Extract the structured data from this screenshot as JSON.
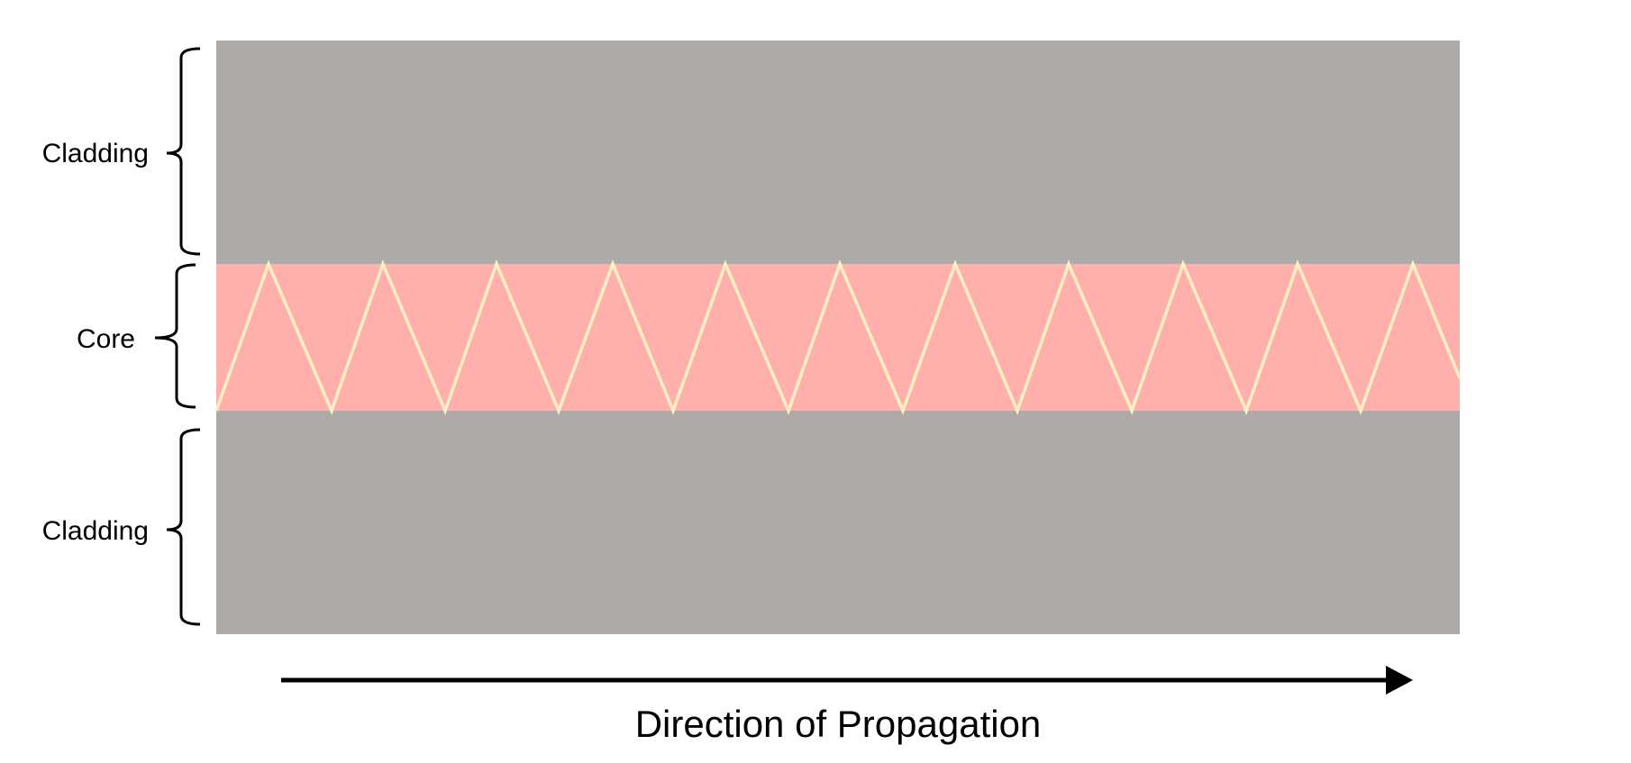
{
  "labels": {
    "cladding_top": "Cladding",
    "core": "Core",
    "cladding_bottom": "Cladding",
    "direction": "Direction of Propagation"
  },
  "colors": {
    "cladding": "#aeaaa9",
    "core": "#ffb0ad",
    "ray": "#fff0c4",
    "bracket": "#000000",
    "arrow": "#000000"
  }
}
